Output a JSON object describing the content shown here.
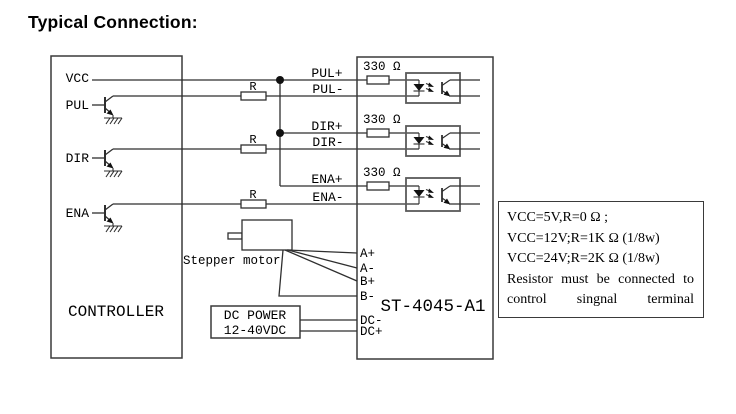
{
  "title": "Typical Connection:",
  "colors": {
    "line": "#2f2f2f",
    "box": "#3a3a3a",
    "text": "#000000",
    "background": "#ffffff"
  },
  "controller": {
    "label": "CONTROLLER",
    "ports": {
      "vcc": "VCC",
      "pul": "PUL",
      "dir": "DIR",
      "ena": "ENA"
    }
  },
  "signals": {
    "pul_plus": "PUL+",
    "pul_minus": "PUL-",
    "dir_plus": "DIR+",
    "dir_minus": "DIR-",
    "ena_plus": "ENA+",
    "ena_minus": "ENA-"
  },
  "resistors": {
    "r_label": "R",
    "r330_label": "330 Ω"
  },
  "driver": {
    "name": "ST-4045-A1",
    "terminals": {
      "a_plus": "A+",
      "a_minus": "A-",
      "b_plus": "B+",
      "b_minus": "B-",
      "dc_minus": "DC-",
      "dc_plus": "DC+"
    }
  },
  "motor": {
    "label": "Stepper motor"
  },
  "power": {
    "name": "DC POWER",
    "voltage": "12-40VDC"
  },
  "note": {
    "line1": "VCC=5V,R=0 Ω ;",
    "line2": "VCC=12V;R=1K Ω (1/8w)",
    "line3": "VCC=24V;R=2K Ω (1/8w)",
    "line4": "Resistor must be connected to",
    "line5": "control singnal terminal"
  }
}
